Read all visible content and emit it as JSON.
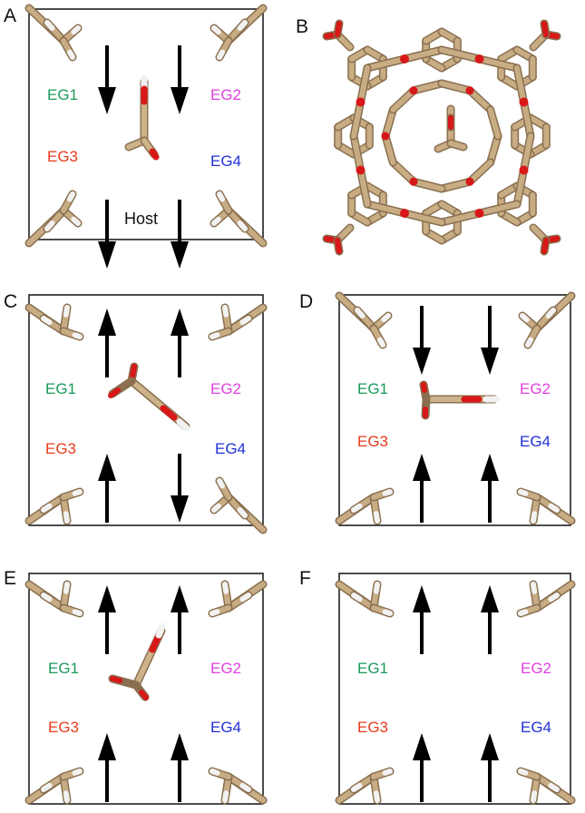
{
  "figure": {
    "panels": [
      {
        "letter": "A",
        "arrows": [
          "down",
          "down",
          "down",
          "down"
        ],
        "labels": [
          "EG1",
          "EG2",
          "EG3",
          "EG4"
        ],
        "host_label": "Host",
        "guest": "vertical"
      },
      {
        "letter": "B",
        "structure": "host-guest-complex"
      },
      {
        "letter": "C",
        "arrows": [
          "up",
          "up",
          "up",
          "down"
        ],
        "labels": [
          "EG1",
          "EG2",
          "EG3",
          "EG4"
        ],
        "guest": "tilted"
      },
      {
        "letter": "D",
        "arrows": [
          "down",
          "down",
          "up",
          "up"
        ],
        "labels": [
          "EG1",
          "EG2",
          "EG3",
          "EG4"
        ],
        "guest": "horizontal"
      },
      {
        "letter": "E",
        "arrows": [
          "up",
          "up",
          "up",
          "up"
        ],
        "labels": [
          "EG1",
          "EG2",
          "EG3",
          "EG4"
        ],
        "guest": "tilted-up"
      },
      {
        "letter": "F",
        "arrows": [
          "up",
          "up",
          "up",
          "up"
        ],
        "labels": [
          "EG1",
          "EG2",
          "EG3",
          "EG4"
        ],
        "guest": "none"
      }
    ]
  },
  "colors": {
    "EG1": "#1a9a5a",
    "EG2": "#e040e0",
    "EG3": "#e83a1c",
    "EG4": "#2030d8",
    "stick": "#c8ac84",
    "stick_dark": "#8a7050",
    "oxygen": "#d81818",
    "hydrogen": "#f2f2f2"
  }
}
